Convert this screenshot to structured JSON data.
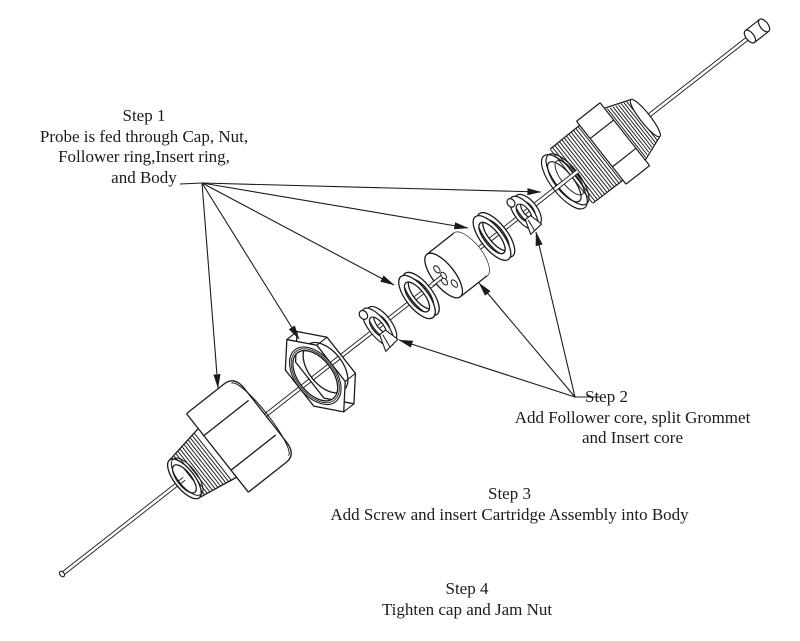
{
  "diagram": {
    "kind": "exploded-assembly-instructions",
    "colors": {
      "line": "#1b1b1b",
      "background": "#ffffff"
    }
  },
  "steps": {
    "step1": {
      "title": "Step 1",
      "line1": "Probe is fed through Cap, Nut,",
      "line2": "Follower ring,Insert ring,",
      "line3": "and Body"
    },
    "step2": {
      "title": "Step 2",
      "line1": "Add Follower core, split Grommet",
      "line2": "and Insert core"
    },
    "step3": {
      "title": "Step 3",
      "line1": "Add Screw and insert Cartridge Assembly into Body"
    },
    "step4": {
      "title": "Step 4",
      "line1": "Tighten cap and Jam Nut"
    }
  },
  "parts": {
    "probe": "Probe",
    "cap": "Cap",
    "nut": "Nut",
    "follower_ring": "Follower ring",
    "insert_ring": "Insert ring",
    "body": "Body",
    "follower_core": "Follower core",
    "split_grommet": "split Grommet",
    "insert_core": "Insert core",
    "jam_nut": "Jam Nut",
    "cartridge_assembly": "Cartridge Assembly",
    "screw": "Screw"
  }
}
